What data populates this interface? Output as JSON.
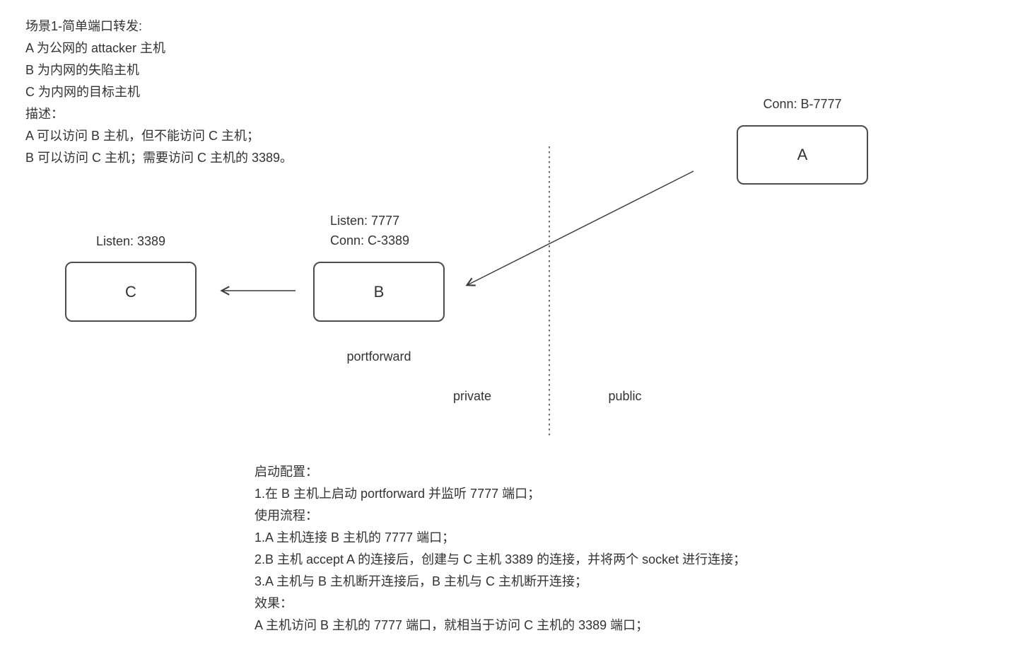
{
  "colors": {
    "text": "#333333",
    "node_border": "#4d4d4d",
    "arrow": "#3a3a3a",
    "background": "#ffffff"
  },
  "intro": {
    "lines": [
      "场景1-简单端口转发:",
      "A 为公网的 attacker 主机",
      "B 为内网的失陷主机",
      "C 为内网的目标主机",
      "描述：",
      "A 可以访问 B 主机，但不能访问 C 主机；",
      "B 可以访问 C 主机；需要访问 C 主机的 3389。"
    ]
  },
  "diagram": {
    "node_a": {
      "label": "A",
      "annotation": "Conn: B-7777"
    },
    "node_b": {
      "label": "B",
      "annotation_line1": "Listen: 7777",
      "annotation_line2": "Conn: C-3389",
      "caption": "portforward"
    },
    "node_c": {
      "label": "C",
      "annotation": "Listen: 3389"
    },
    "zones": {
      "private": "private",
      "public": "public"
    }
  },
  "notes": {
    "lines": [
      "启动配置：",
      "1.在 B 主机上启动 portforward 并监听 7777 端口；",
      "使用流程：",
      "1.A 主机连接 B 主机的 7777 端口；",
      "2.B 主机 accept A 的连接后，创建与 C 主机 3389 的连接，并将两个 socket 进行连接；",
      "3.A 主机与 B 主机断开连接后，B 主机与 C 主机断开连接；",
      "效果：",
      "A 主机访问 B 主机的 7777 端口，就相当于访问 C 主机的 3389 端口；"
    ]
  }
}
